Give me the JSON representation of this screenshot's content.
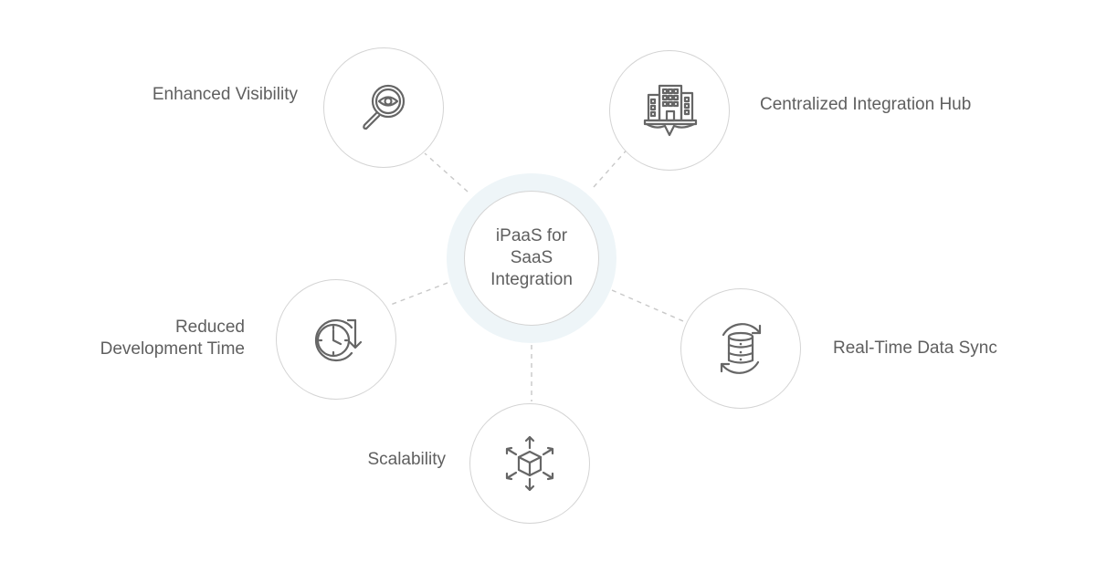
{
  "hub": {
    "label": "iPaaS for\nSaaS\nIntegration"
  },
  "nodes": [
    {
      "id": "enhanced-visibility",
      "label": "Enhanced Visibility",
      "icon": "magnifier-eye-icon"
    },
    {
      "id": "centralized-integration-hub",
      "label": "Centralized Integration Hub",
      "icon": "office-building-icon"
    },
    {
      "id": "reduced-development-time",
      "label": "Reduced\nDevelopment Time",
      "icon": "clock-arrow-icon"
    },
    {
      "id": "real-time-data-sync",
      "label": "Real-Time Data Sync",
      "icon": "database-sync-icon"
    },
    {
      "id": "scalability",
      "label": "Scalability",
      "icon": "cube-expand-icon"
    }
  ],
  "colors": {
    "text": "#5f5f5f",
    "icon": "#666666",
    "circle_border": "#d4d4d4",
    "hub_ring": "#eef5f8",
    "connector": "#c8c8c8"
  }
}
